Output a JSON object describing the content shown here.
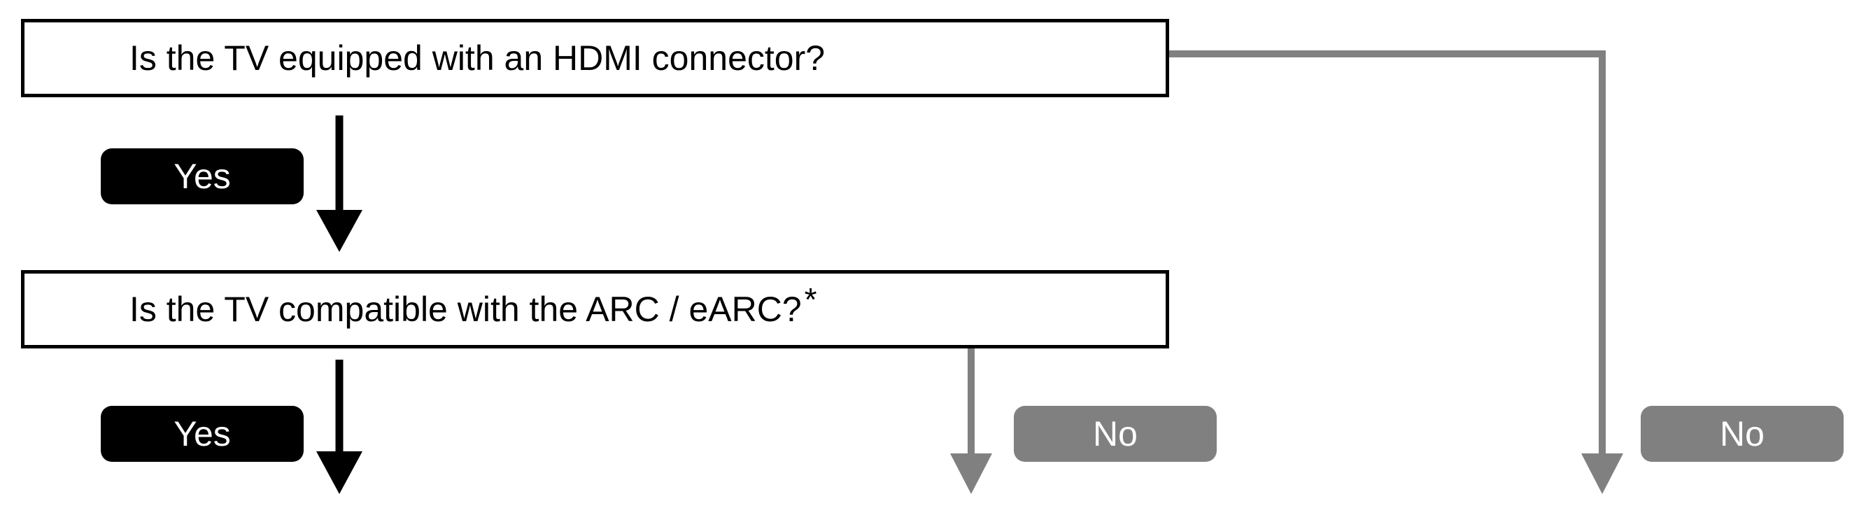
{
  "questions": {
    "q1": "Is the TV equipped with an HDMI connector?",
    "q2": "Is the TV compatible with the ARC / eARC?",
    "q2_mark": "*"
  },
  "answers": {
    "q1_yes": "Yes",
    "q2_yes": "Yes",
    "q2_no": "No",
    "q1_no": "No"
  },
  "colors": {
    "yes_path": "#000000",
    "no_path": "#808080",
    "box_border": "#000000",
    "background": "#ffffff"
  }
}
